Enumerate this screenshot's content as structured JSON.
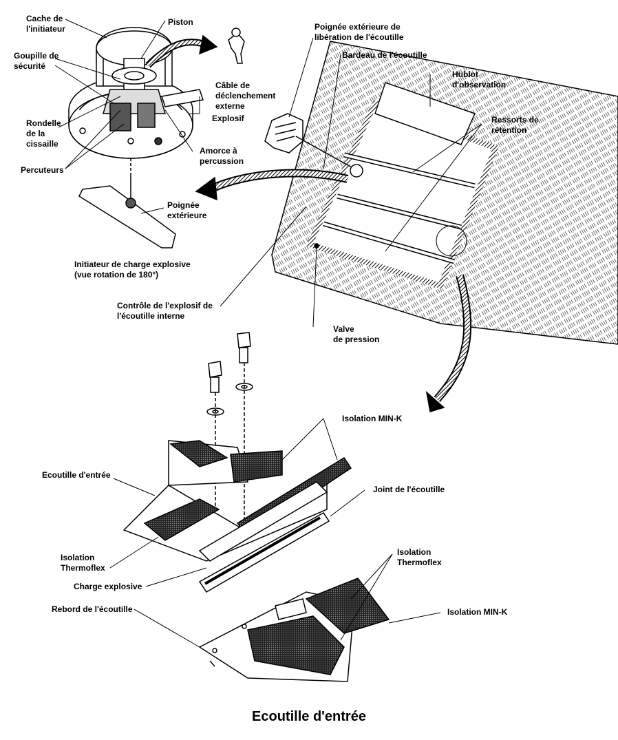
{
  "title": "Ecoutille d'entrée",
  "labels": {
    "cache_initiateur": "Cache de\nl'initiateur",
    "piston": "Piston",
    "goupille": "Goupille de\nsécurité",
    "cable": "Câble de\ndéclenchement\nexterne",
    "explosif": "Explosif",
    "rondelle": "Rondelle\nde la\ncissaille",
    "percuteurs": "Percuteurs",
    "amorce": "Amorce à\npercussion",
    "poignee_ext": "Poignée\nextérieure",
    "initiateur": "Initiateur de charge explosive\n(vue rotation de 180°)",
    "controle": "Contrôle de l'explosif de\nl'écoutille interne",
    "poignee_lib": "Poignée extérieure de\nlibération de l'écoutille",
    "bardeau": "Bardeau de l'écoutille",
    "hublot": "Hublot\nd'observation",
    "ressorts": "Ressorts de\nrétention",
    "valve": "Valve\nde pression",
    "isolation_mink_1": "Isolation MIN-K",
    "ecoutille_entree": "Ecoutille d'entrée",
    "joint": "Joint de l'écoutille",
    "isolation_thermo_1": "Isolation\nThermoflex",
    "isolation_thermo_2": "Isolation\nThermoflex",
    "charge": "Charge explosive",
    "rebord": "Rebord de l'écoutille",
    "isolation_mink_2": "Isolation MIN-K"
  }
}
